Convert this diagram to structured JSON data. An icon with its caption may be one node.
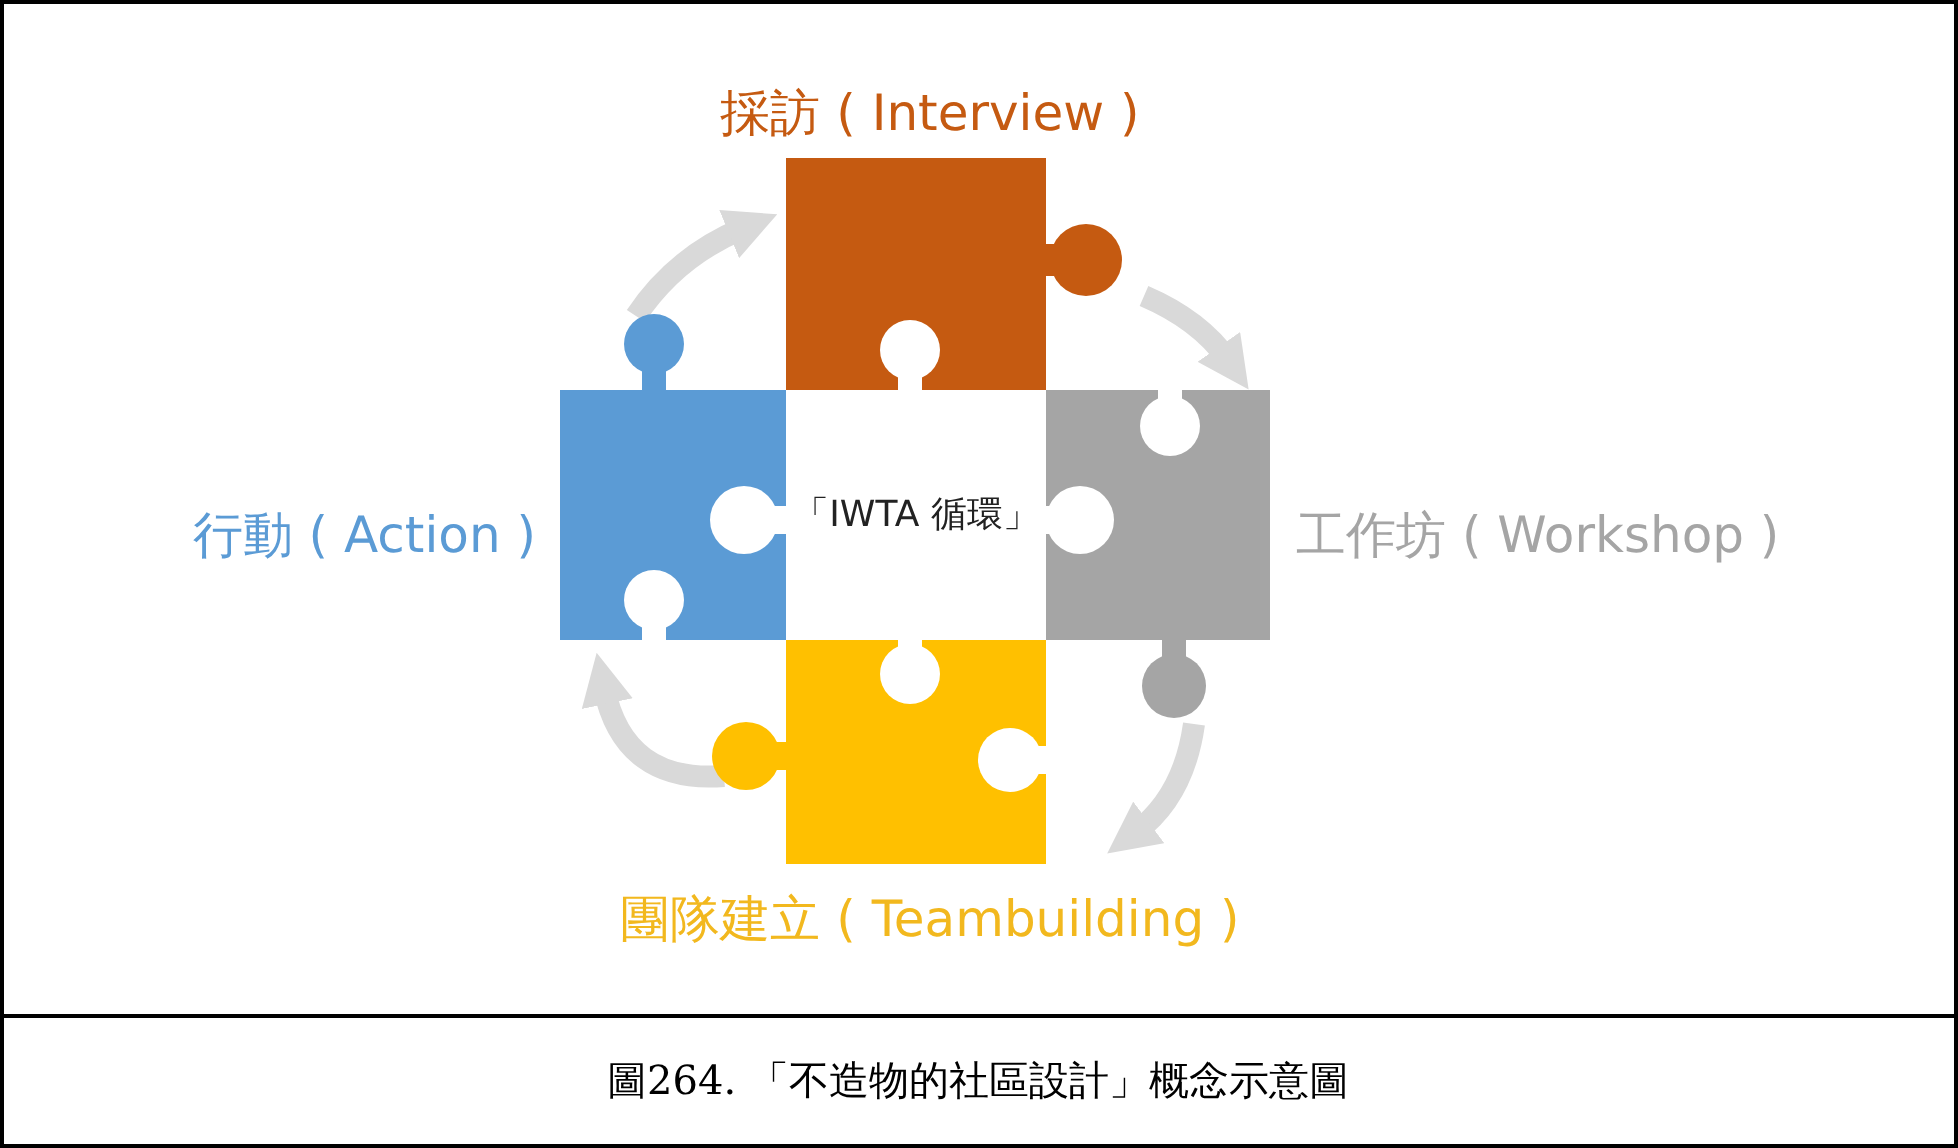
{
  "diagram": {
    "caption": "圖264. 「不造物的社區設計」概念示意圖",
    "nodes": [
      {
        "text": [
          "採訪 ( Interview )"
        ]
      },
      {
        "text": [
          "行動 ( Action )"
        ]
      },
      {
        "text": [
          "工作坊 ( Workshop )"
        ]
      },
      {
        "text": [
          "團隊建立 ( Teambuilding )"
        ]
      }
    ],
    "edges": [
      {
        "from": 1,
        "to": 0,
        "arrow": "to"
      },
      {
        "from": 0,
        "to": 2,
        "arrow": "to"
      },
      {
        "from": 2,
        "to": 3,
        "arrow": "to"
      },
      {
        "from": 3,
        "to": 1,
        "arrow": "to"
      }
    ],
    "labels": [
      "「IWTA 循環」"
    ]
  }
}
